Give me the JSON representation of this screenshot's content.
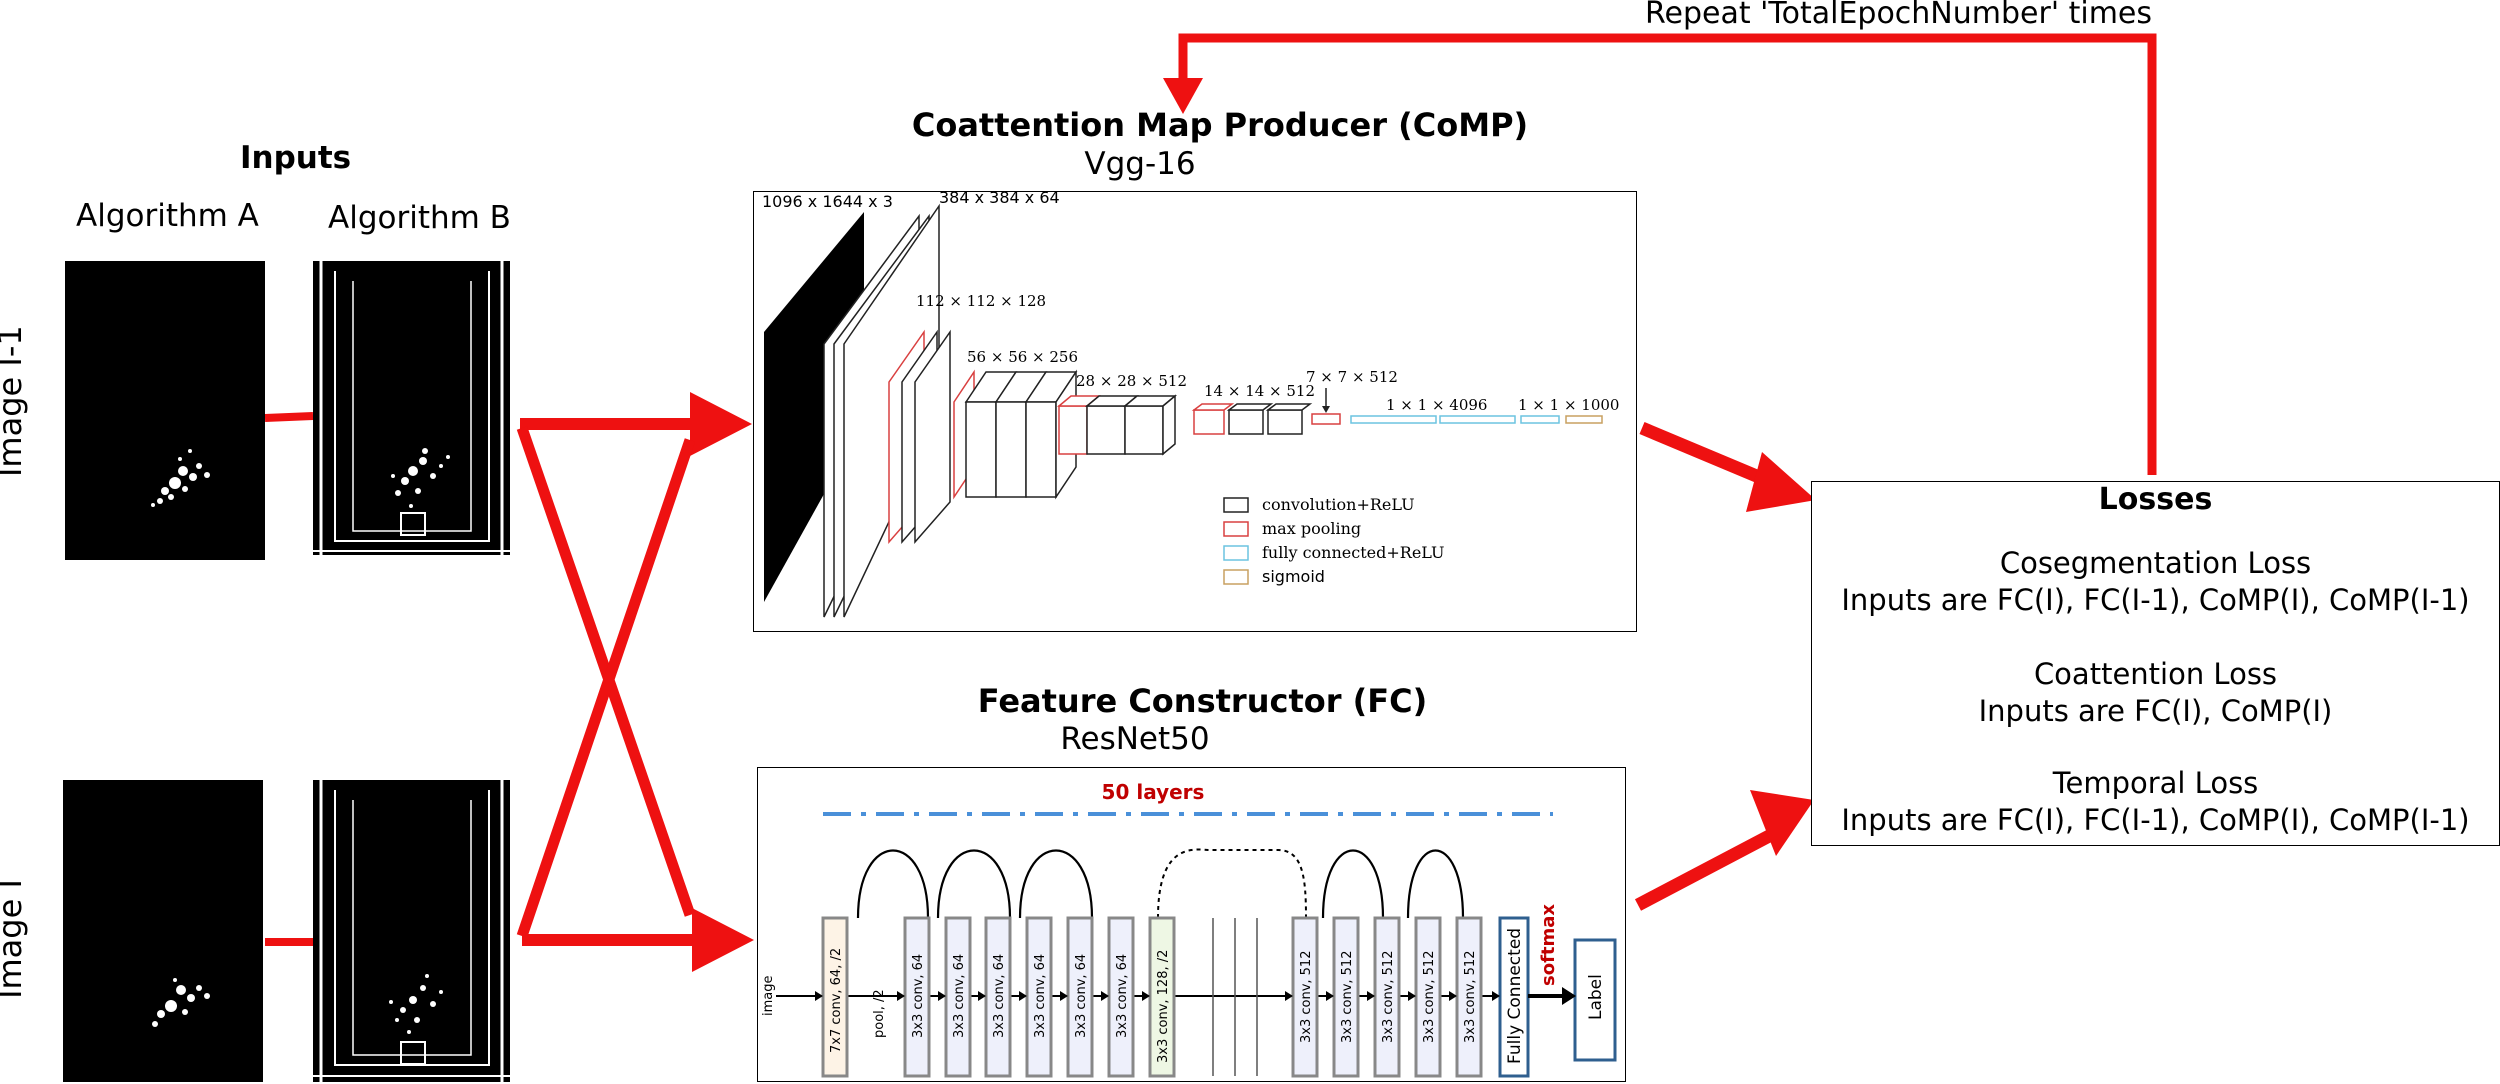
{
  "repeat_label": "Repeat 'TotalEpochNumber' times",
  "inputs": {
    "title": "Inputs",
    "col_a": "Algorithm A",
    "col_b": "Algorithm B",
    "row_top": "Image I-1",
    "row_bottom": "Image I"
  },
  "comp": {
    "title": "Coattention Map Producer (CoMP)",
    "subtitle": "Vgg-16",
    "dims": {
      "input": "1096 x 1644 x 3",
      "conv1": "384 x  384 x 64",
      "conv2": "112 × 112 × 128",
      "conv3": "56 × 56 × 256",
      "conv4": "28 × 28 × 512",
      "conv5": "14 × 14 × 512",
      "pool5": "7 × 7 × 512",
      "fc1": "1 × 1 × 4096",
      "fc2": "1 × 1 × 1000"
    },
    "legend": {
      "conv": "convolution+ReLU",
      "pool": "max pooling",
      "fc": "fully connected+ReLU",
      "sigmoid": "sigmoid"
    },
    "colors": {
      "conv": "#222222",
      "pool": "#d94040",
      "fc": "#6cc4e0",
      "sigmoid": "#c8a060"
    }
  },
  "fc": {
    "title": "Feature Constructor (FC)",
    "subtitle": "ResNet50",
    "layers_label": "50 layers",
    "image_label": "image",
    "first_conv": "7x7 conv, 64, /2",
    "pool": "pool, /2",
    "conv64": "3x3 conv, 64",
    "conv128": "3x3 conv, 128, /2",
    "conv512": "3x3 conv, 512",
    "fully_connected": "Fully Connected",
    "softmax": "softmax",
    "label": "Label",
    "colors": {
      "layers": "#c00000",
      "dash": "#4a90d9",
      "fc_border": "#2f5f8f"
    }
  },
  "losses": {
    "title": "Losses",
    "cosegmentation": "Cosegmentation Loss",
    "coseg_inputs": "Inputs are FC(I), FC(I-1), CoMP(I), CoMP(I-1)",
    "coattention": "Coattention Loss",
    "coatt_inputs": "Inputs are FC(I), CoMP(I)",
    "temporal": "Temporal Loss",
    "temporal_inputs": "Inputs are FC(I), FC(I-1), CoMP(I), CoMP(I-1)"
  },
  "arrow_color": "#ee1111"
}
